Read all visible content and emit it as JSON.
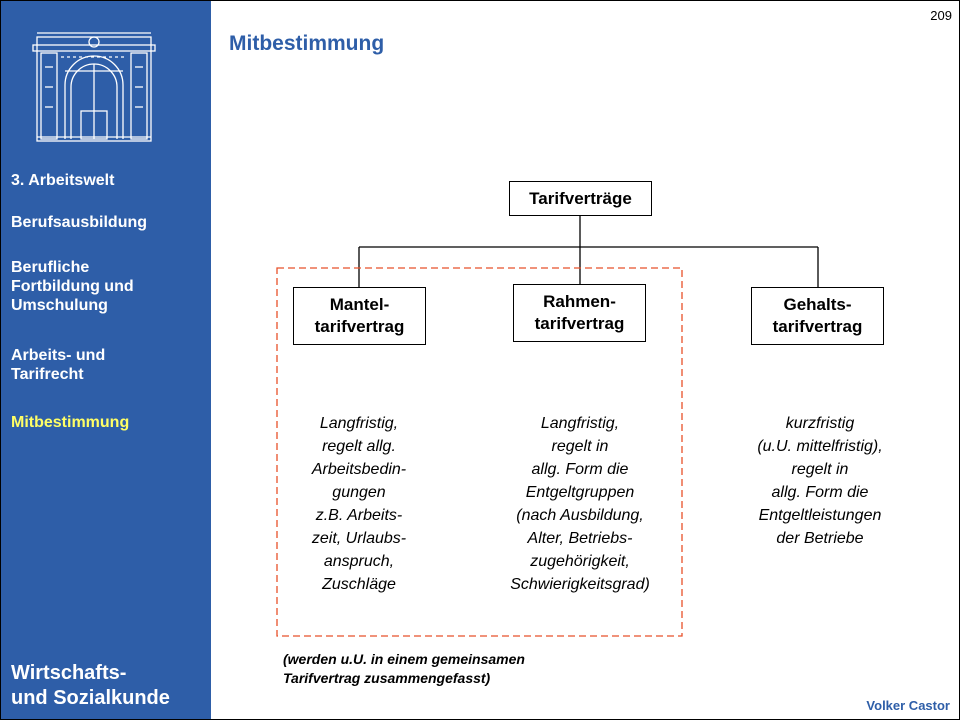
{
  "page_number": "209",
  "title": "Mitbestimmung",
  "sidebar": {
    "items": [
      {
        "label": "3. Arbeitswelt"
      },
      {
        "label": "Berufsausbildung"
      },
      {
        "label": "Berufliche\nFortbildung und\nUmschulung"
      },
      {
        "label": "Arbeits- und\nTarifrecht"
      },
      {
        "label": "Mitbestimmung",
        "active": true
      }
    ],
    "brand": "Wirtschafts-\nund Sozialkunde",
    "active_color": "#ffff66",
    "background_color": "#2e5ea8"
  },
  "diagram": {
    "root": "Tarifverträge",
    "children": [
      {
        "label": "Mantel-\ntarifvertrag",
        "description": "Langfristig,\nregelt allg.\nArbeitsbedin-\ngungen\nz.B. Arbeits-\nzeit, Urlaubs-\nanspruch,\nZuschläge"
      },
      {
        "label": "Rahmen-\ntarifvertrag",
        "description": "Langfristig,\nregelt in\nallg. Form die\nEntgeltgruppen\n(nach Ausbildung,\nAlter, Betriebs-\nzugehörigkeit,\nSchwierigkeitsgrad)"
      },
      {
        "label": "Gehalts-\ntarifvertrag",
        "description": "kurzfristig\n(u.U. mittelfristig),\nregelt in\nallg. Form die\nEntgeltleistungen\nder Betriebe"
      }
    ],
    "group_note": "(werden u.U. in einem gemeinsamen\nTarifvertrag zusammengefasst)",
    "group_border_color": "#e8502a"
  },
  "author": "Volker Castor"
}
